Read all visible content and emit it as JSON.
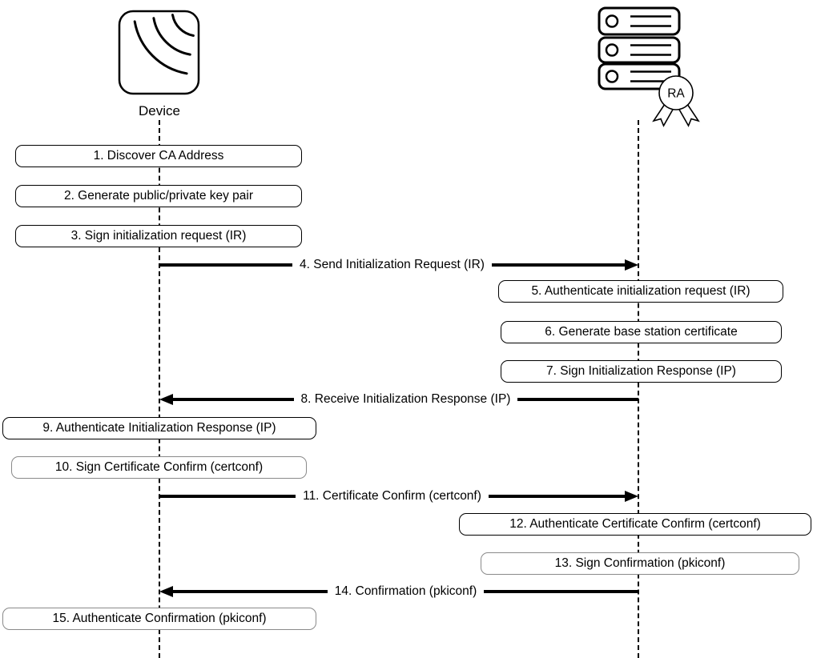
{
  "actors": {
    "device": {
      "label": "Device"
    },
    "ra": {
      "badge_label": "RA"
    }
  },
  "steps": [
    {
      "n": 1,
      "kind": "process",
      "actor": "device",
      "label": "1. Discover CA Address"
    },
    {
      "n": 2,
      "kind": "process",
      "actor": "device",
      "label": "2. Generate public/private key pair"
    },
    {
      "n": 3,
      "kind": "process",
      "actor": "device",
      "label": "3. Sign initialization request (IR)"
    },
    {
      "n": 4,
      "kind": "message",
      "from": "device",
      "to": "ra",
      "label": "4. Send Initialization Request (IR)"
    },
    {
      "n": 5,
      "kind": "process",
      "actor": "ra",
      "label": "5. Authenticate initialization request (IR)"
    },
    {
      "n": 6,
      "kind": "process",
      "actor": "ra",
      "label": "6. Generate base station certificate"
    },
    {
      "n": 7,
      "kind": "process",
      "actor": "ra",
      "label": "7. Sign Initialization Response (IP)"
    },
    {
      "n": 8,
      "kind": "message",
      "from": "ra",
      "to": "device",
      "label": "8. Receive Initialization Response (IP)"
    },
    {
      "n": 9,
      "kind": "process",
      "actor": "device",
      "label": "9. Authenticate Initialization Response (IP)"
    },
    {
      "n": 10,
      "kind": "process",
      "actor": "device",
      "label": "10. Sign Certificate Confirm (certconf)"
    },
    {
      "n": 11,
      "kind": "message",
      "from": "device",
      "to": "ra",
      "label": "11. Certificate Confirm (certconf)"
    },
    {
      "n": 12,
      "kind": "process",
      "actor": "ra",
      "label": "12. Authenticate Certificate Confirm (certconf)"
    },
    {
      "n": 13,
      "kind": "process",
      "actor": "ra",
      "label": "13. Sign Confirmation (pkiconf)"
    },
    {
      "n": 14,
      "kind": "message",
      "from": "ra",
      "to": "device",
      "label": "14. Confirmation (pkiconf)"
    },
    {
      "n": 15,
      "kind": "process",
      "actor": "device",
      "label": "15. Authenticate Confirmation (pkiconf)"
    }
  ],
  "colors": {
    "stroke": "#000000",
    "gray_stroke": "#8a8a8a",
    "background": "#ffffff"
  }
}
